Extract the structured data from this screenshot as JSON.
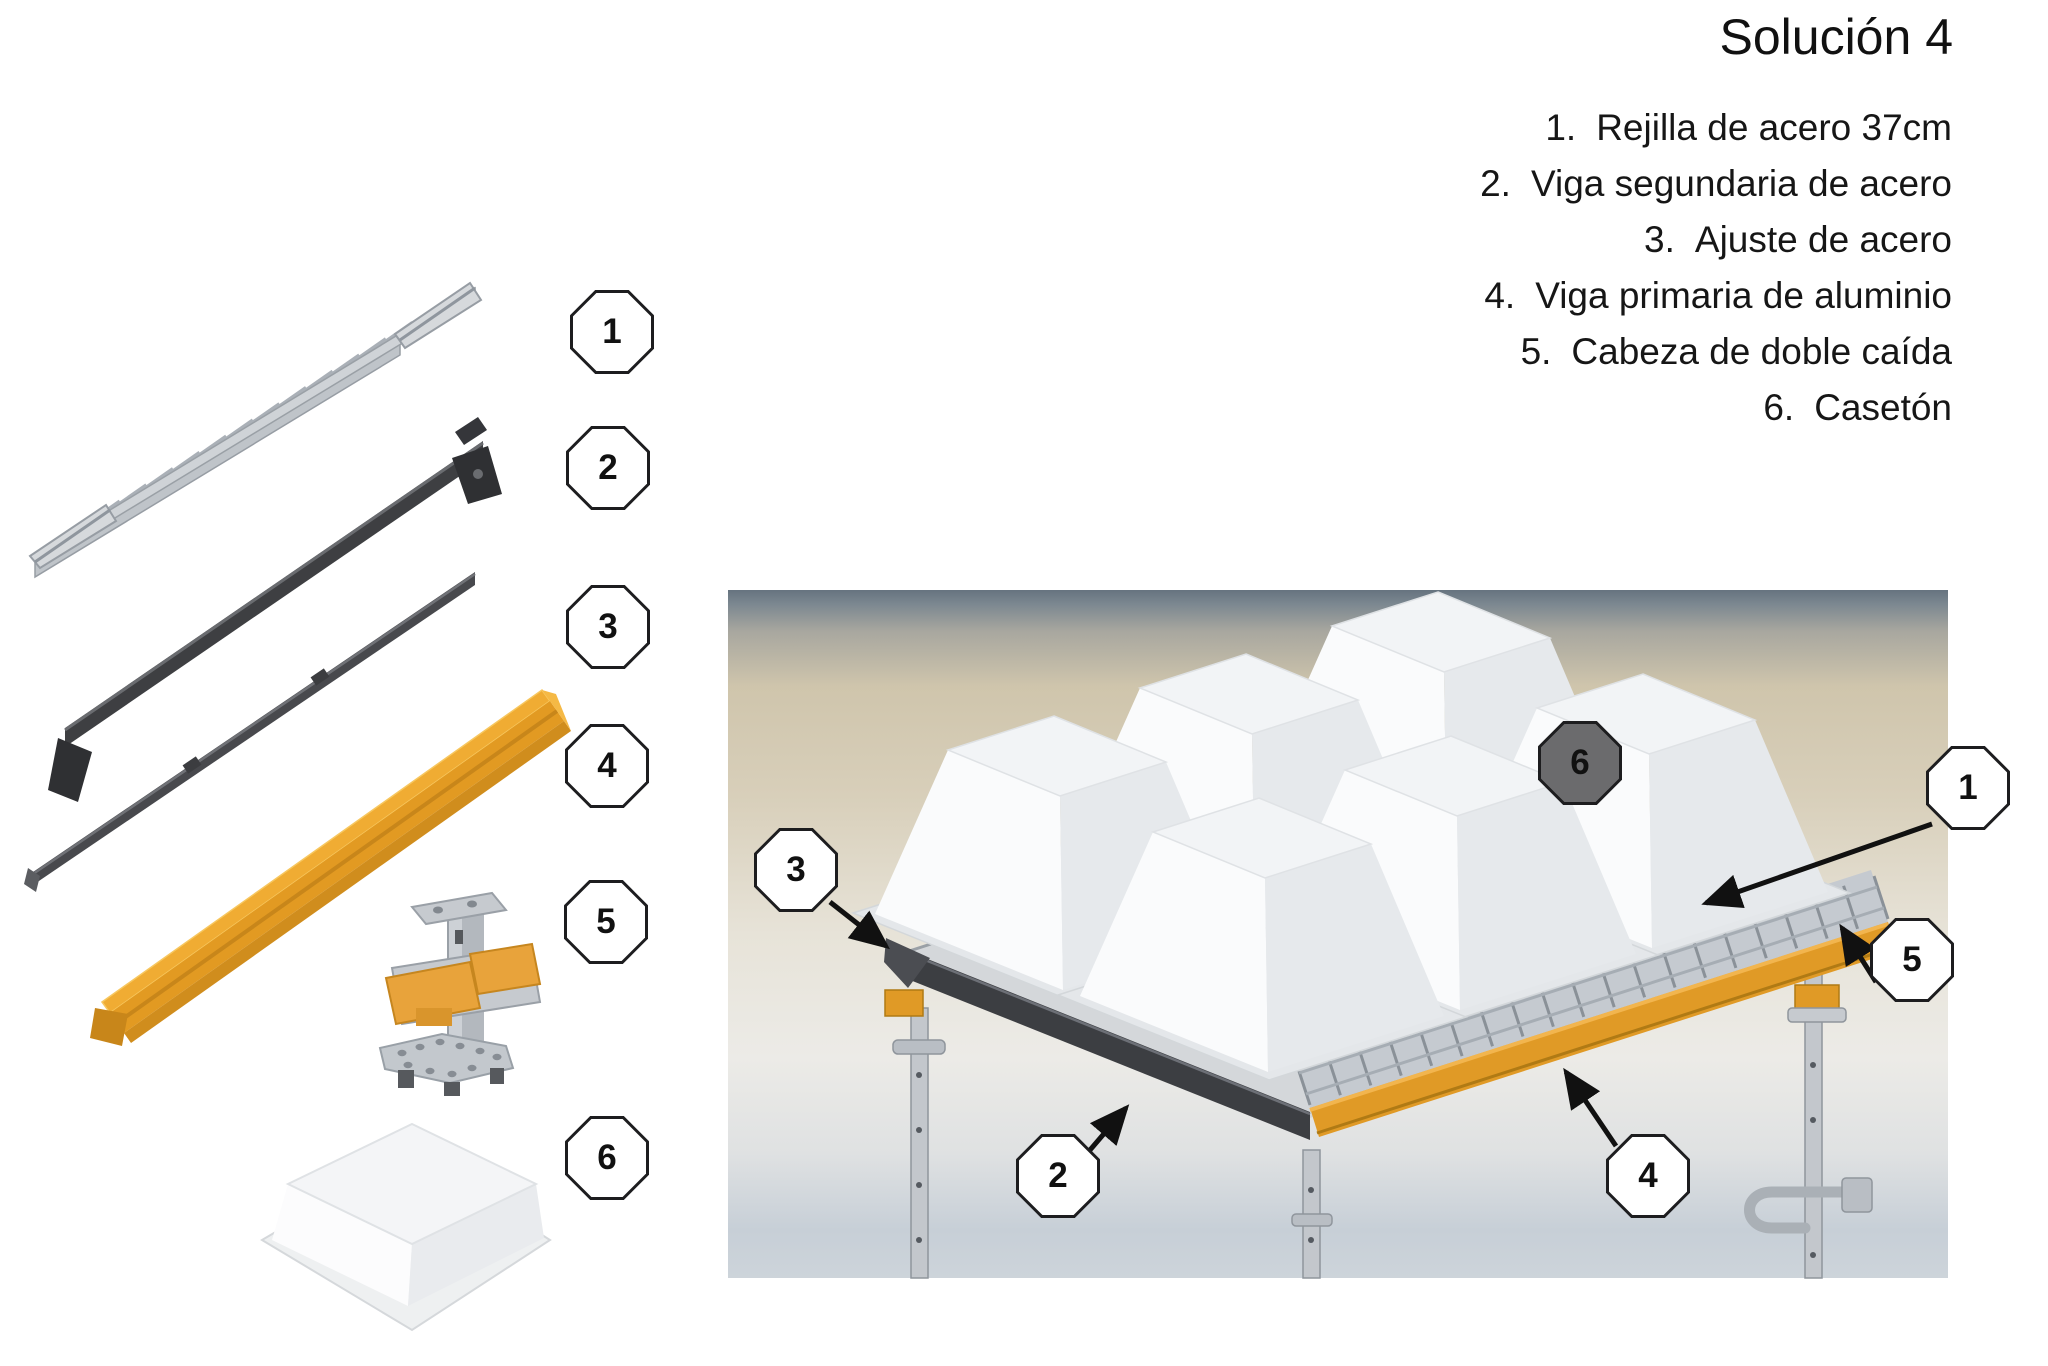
{
  "title": "Solución 4",
  "legend": [
    {
      "num": "1.",
      "label": "Rejilla de acero 37cm"
    },
    {
      "num": "2.",
      "label": "Viga segundaria de acero"
    },
    {
      "num": "3.",
      "label": "Ajuste de acero"
    },
    {
      "num": "4.",
      "label": "Viga primaria de aluminio"
    },
    {
      "num": "5.",
      "label": "Cabeza de doble caída"
    },
    {
      "num": "6.",
      "label": "Casetón"
    }
  ],
  "exploded_view": {
    "badges": {
      "b1": "1",
      "b2": "2",
      "b3": "3",
      "b4": "4",
      "b5": "5",
      "b6": "6"
    },
    "components": [
      "steel-grating",
      "secondary-steel-beam",
      "steel-adjuster",
      "primary-aluminum-beam",
      "double-drop-head",
      "caisson"
    ]
  },
  "assembly_photo": {
    "badges": {
      "b1": "1",
      "b2": "2",
      "b3": "3",
      "b4": "4",
      "b5": "5",
      "b6": "6"
    }
  },
  "colors": {
    "accent_orange": "#E09A26",
    "steel_dark": "#3E3F42",
    "steel_light": "#C7CCD1",
    "dome_white": "#F4F5F7"
  }
}
